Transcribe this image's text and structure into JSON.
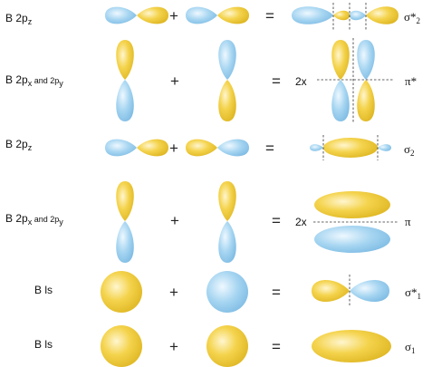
{
  "rows": [
    {
      "atom": "B 2p",
      "sub": "z",
      "mult": "",
      "mo": "σ*",
      "mo_sub": "2"
    },
    {
      "atom": "B 2p",
      "sub": "x",
      "and": " and 2p",
      "sub2": "y",
      "mult": "2x",
      "mo": "π*",
      "mo_sub": ""
    },
    {
      "atom": "B 2p",
      "sub": "z",
      "mult": "",
      "mo": "σ",
      "mo_sub": "2"
    },
    {
      "atom": "B 2p",
      "sub": "x",
      "and": " and 2p",
      "sub2": "y",
      "mult": "2x",
      "mo": "π",
      "mo_sub": ""
    },
    {
      "atom": "B ls",
      "sub": "",
      "mult": "",
      "mo": "σ*",
      "mo_sub": "1"
    },
    {
      "atom": "B ls",
      "sub": "",
      "mult": "",
      "mo": "σ",
      "mo_sub": "1"
    }
  ],
  "operators": {
    "plus": "+",
    "equals": "="
  },
  "colors": {
    "phase_positive": "#f2cf3c",
    "phase_negative": "#9fd0ee"
  }
}
